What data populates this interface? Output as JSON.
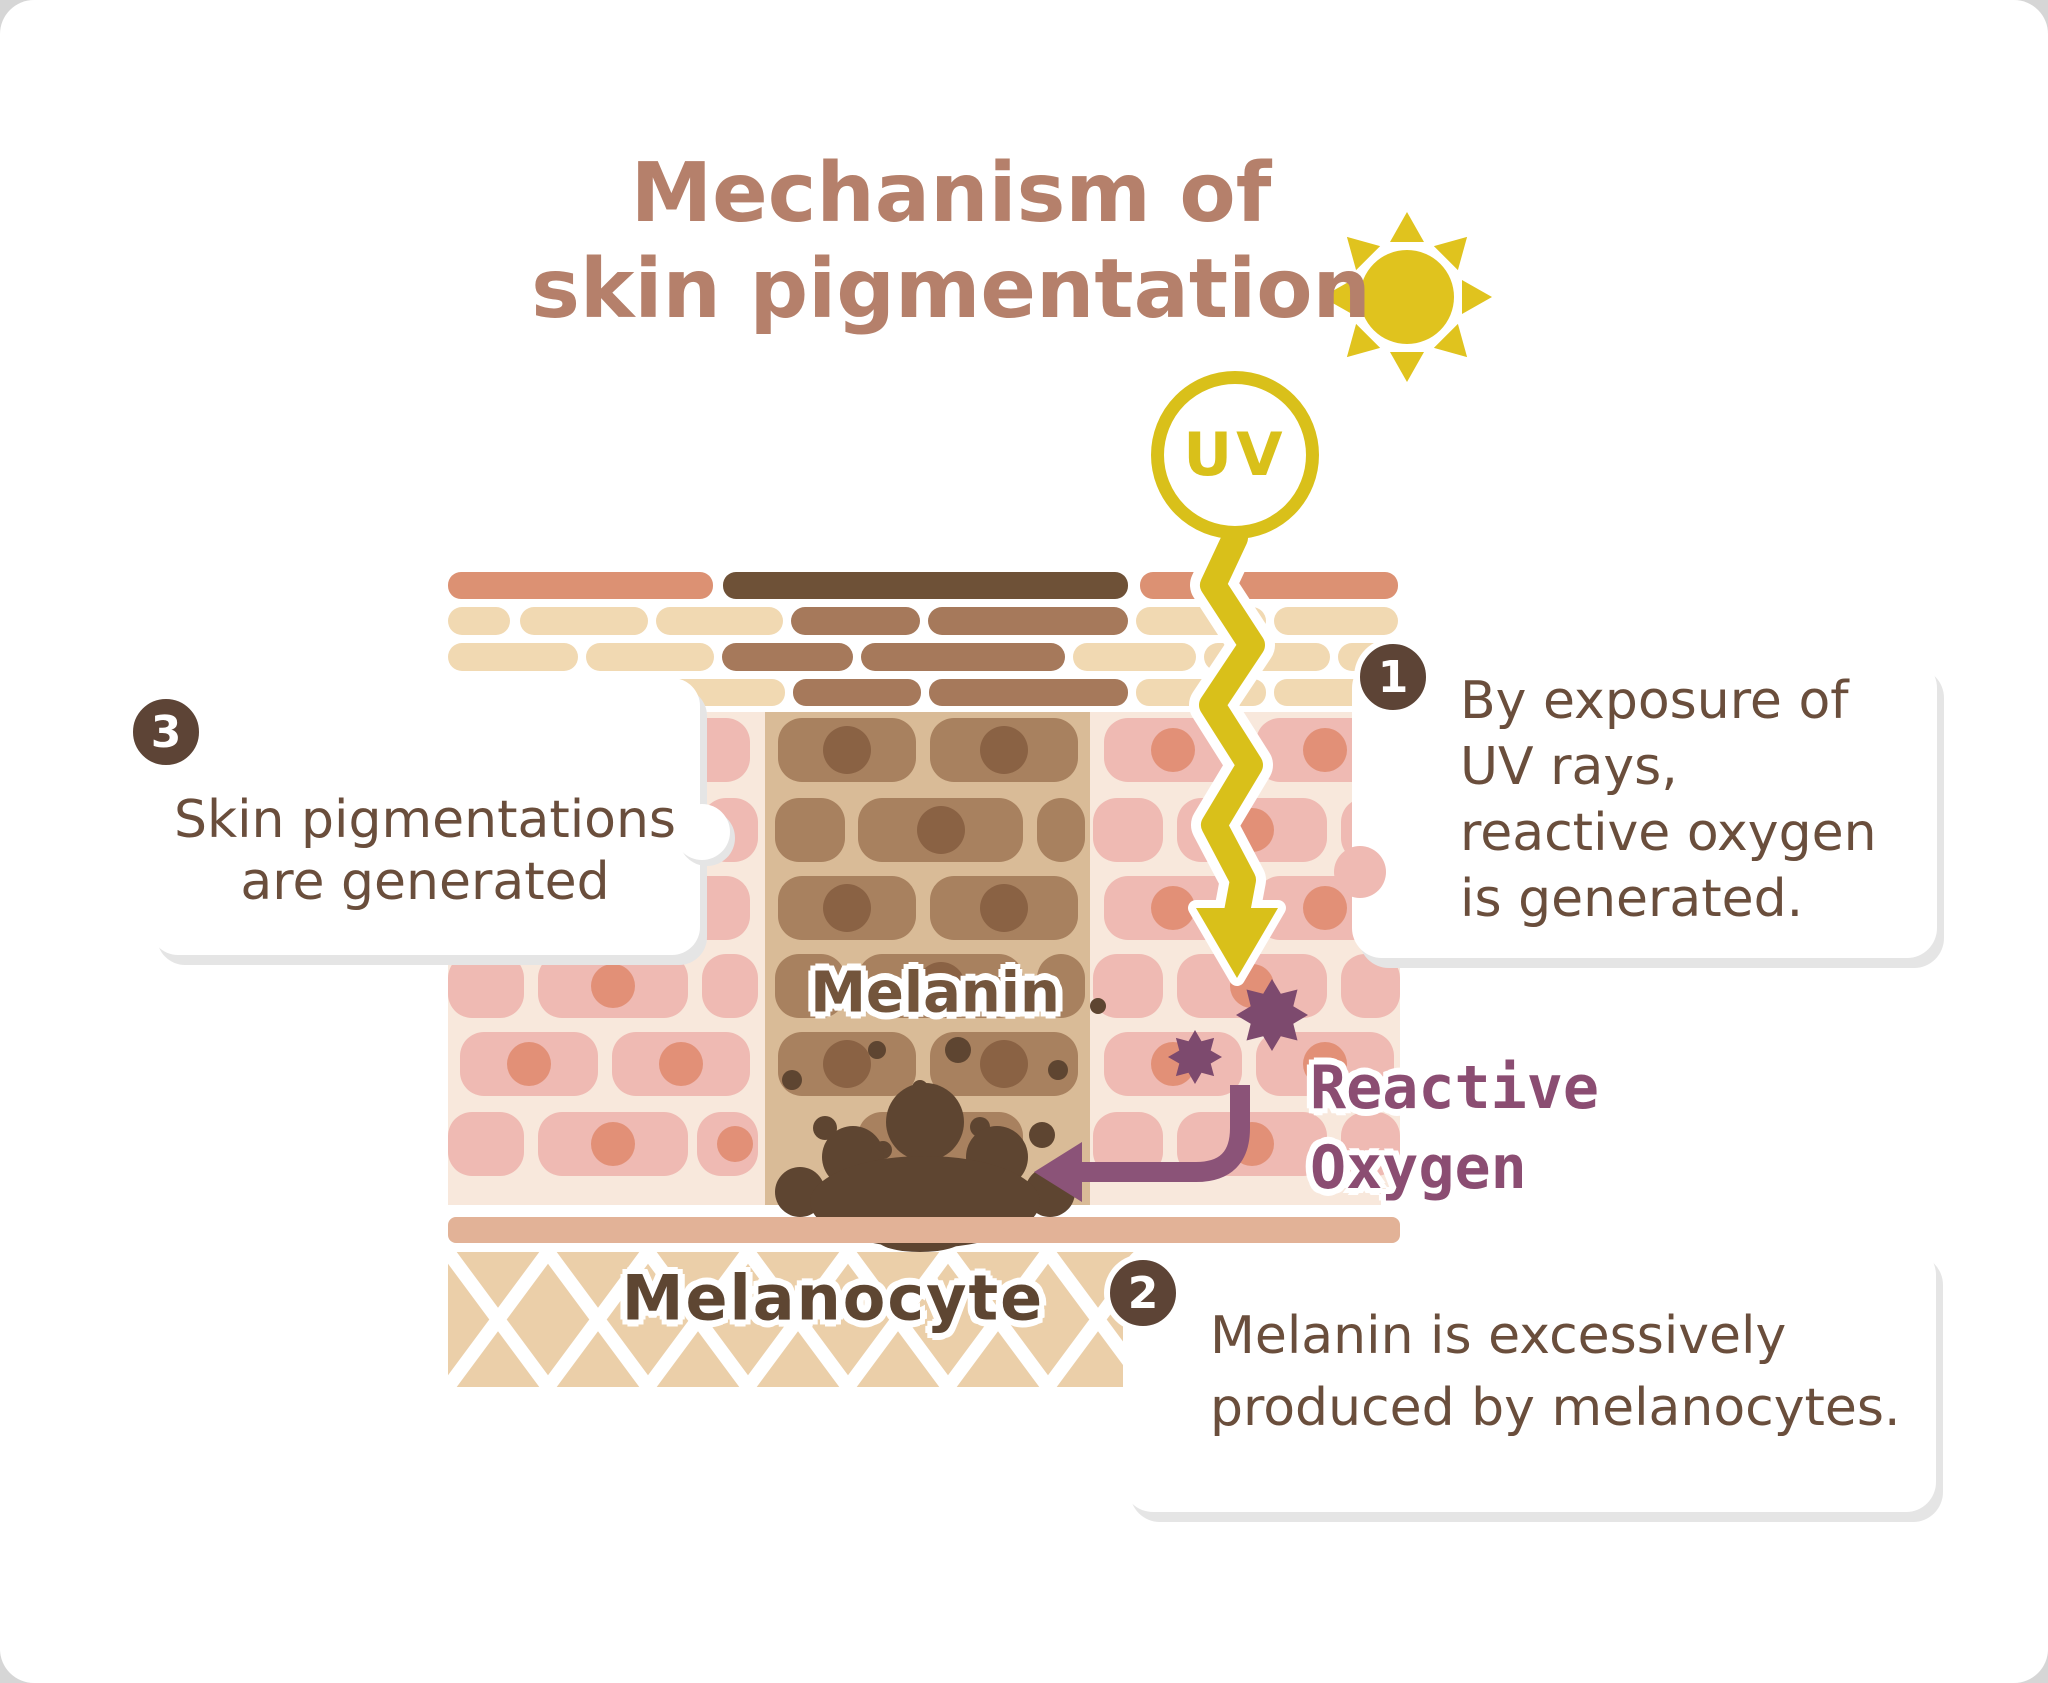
{
  "title": {
    "line1": "Mechanism of",
    "line2": "skin pigmentation"
  },
  "sun": {
    "uv_label": "UV"
  },
  "diagram_labels": {
    "melanin": "Melanin",
    "melanocyte": "Melanocyte",
    "reactive_oxygen": "Reactive\nOxygen"
  },
  "steps": [
    {
      "number": "1",
      "text": "By exposure of\nUV rays,\nreactive oxygen\nis generated."
    },
    {
      "number": "2",
      "text": "Melanin is excessively\nproduced by melanocytes."
    },
    {
      "number": "3",
      "text": "Skin pigmentations\nare generated"
    }
  ],
  "colors": {
    "title_brown": "#B5806B",
    "text_brown": "#6A4E3C",
    "badge_brown": "#5D4436",
    "uv_yellow": "#D9C01A",
    "sun_yellow": "#E0C31E",
    "reactive_purple": "#8B4D72",
    "arrow_purple": "#8B5378",
    "starburst_purple": "#7D4A6E",
    "skin_salmon_brick": "#DC9173",
    "skin_dark_brick": "#6E5137",
    "skin_beige_brick": "#F1D9B2",
    "skin_brown_brick": "#A6795B",
    "epidermis_cream": "#F8E8DC",
    "pigment_column_tan": "#D9BB97",
    "cell_pink": "#EFBAB3",
    "cell_nucleus_salmon": "#E29077",
    "pigment_cell_brown": "#A8815F",
    "pigment_nucleus_brown": "#8A6244",
    "melanin_dark": "#5E4531",
    "membrane_salmon": "#E2B297",
    "dermis_diamond": "#EBCFA9"
  }
}
